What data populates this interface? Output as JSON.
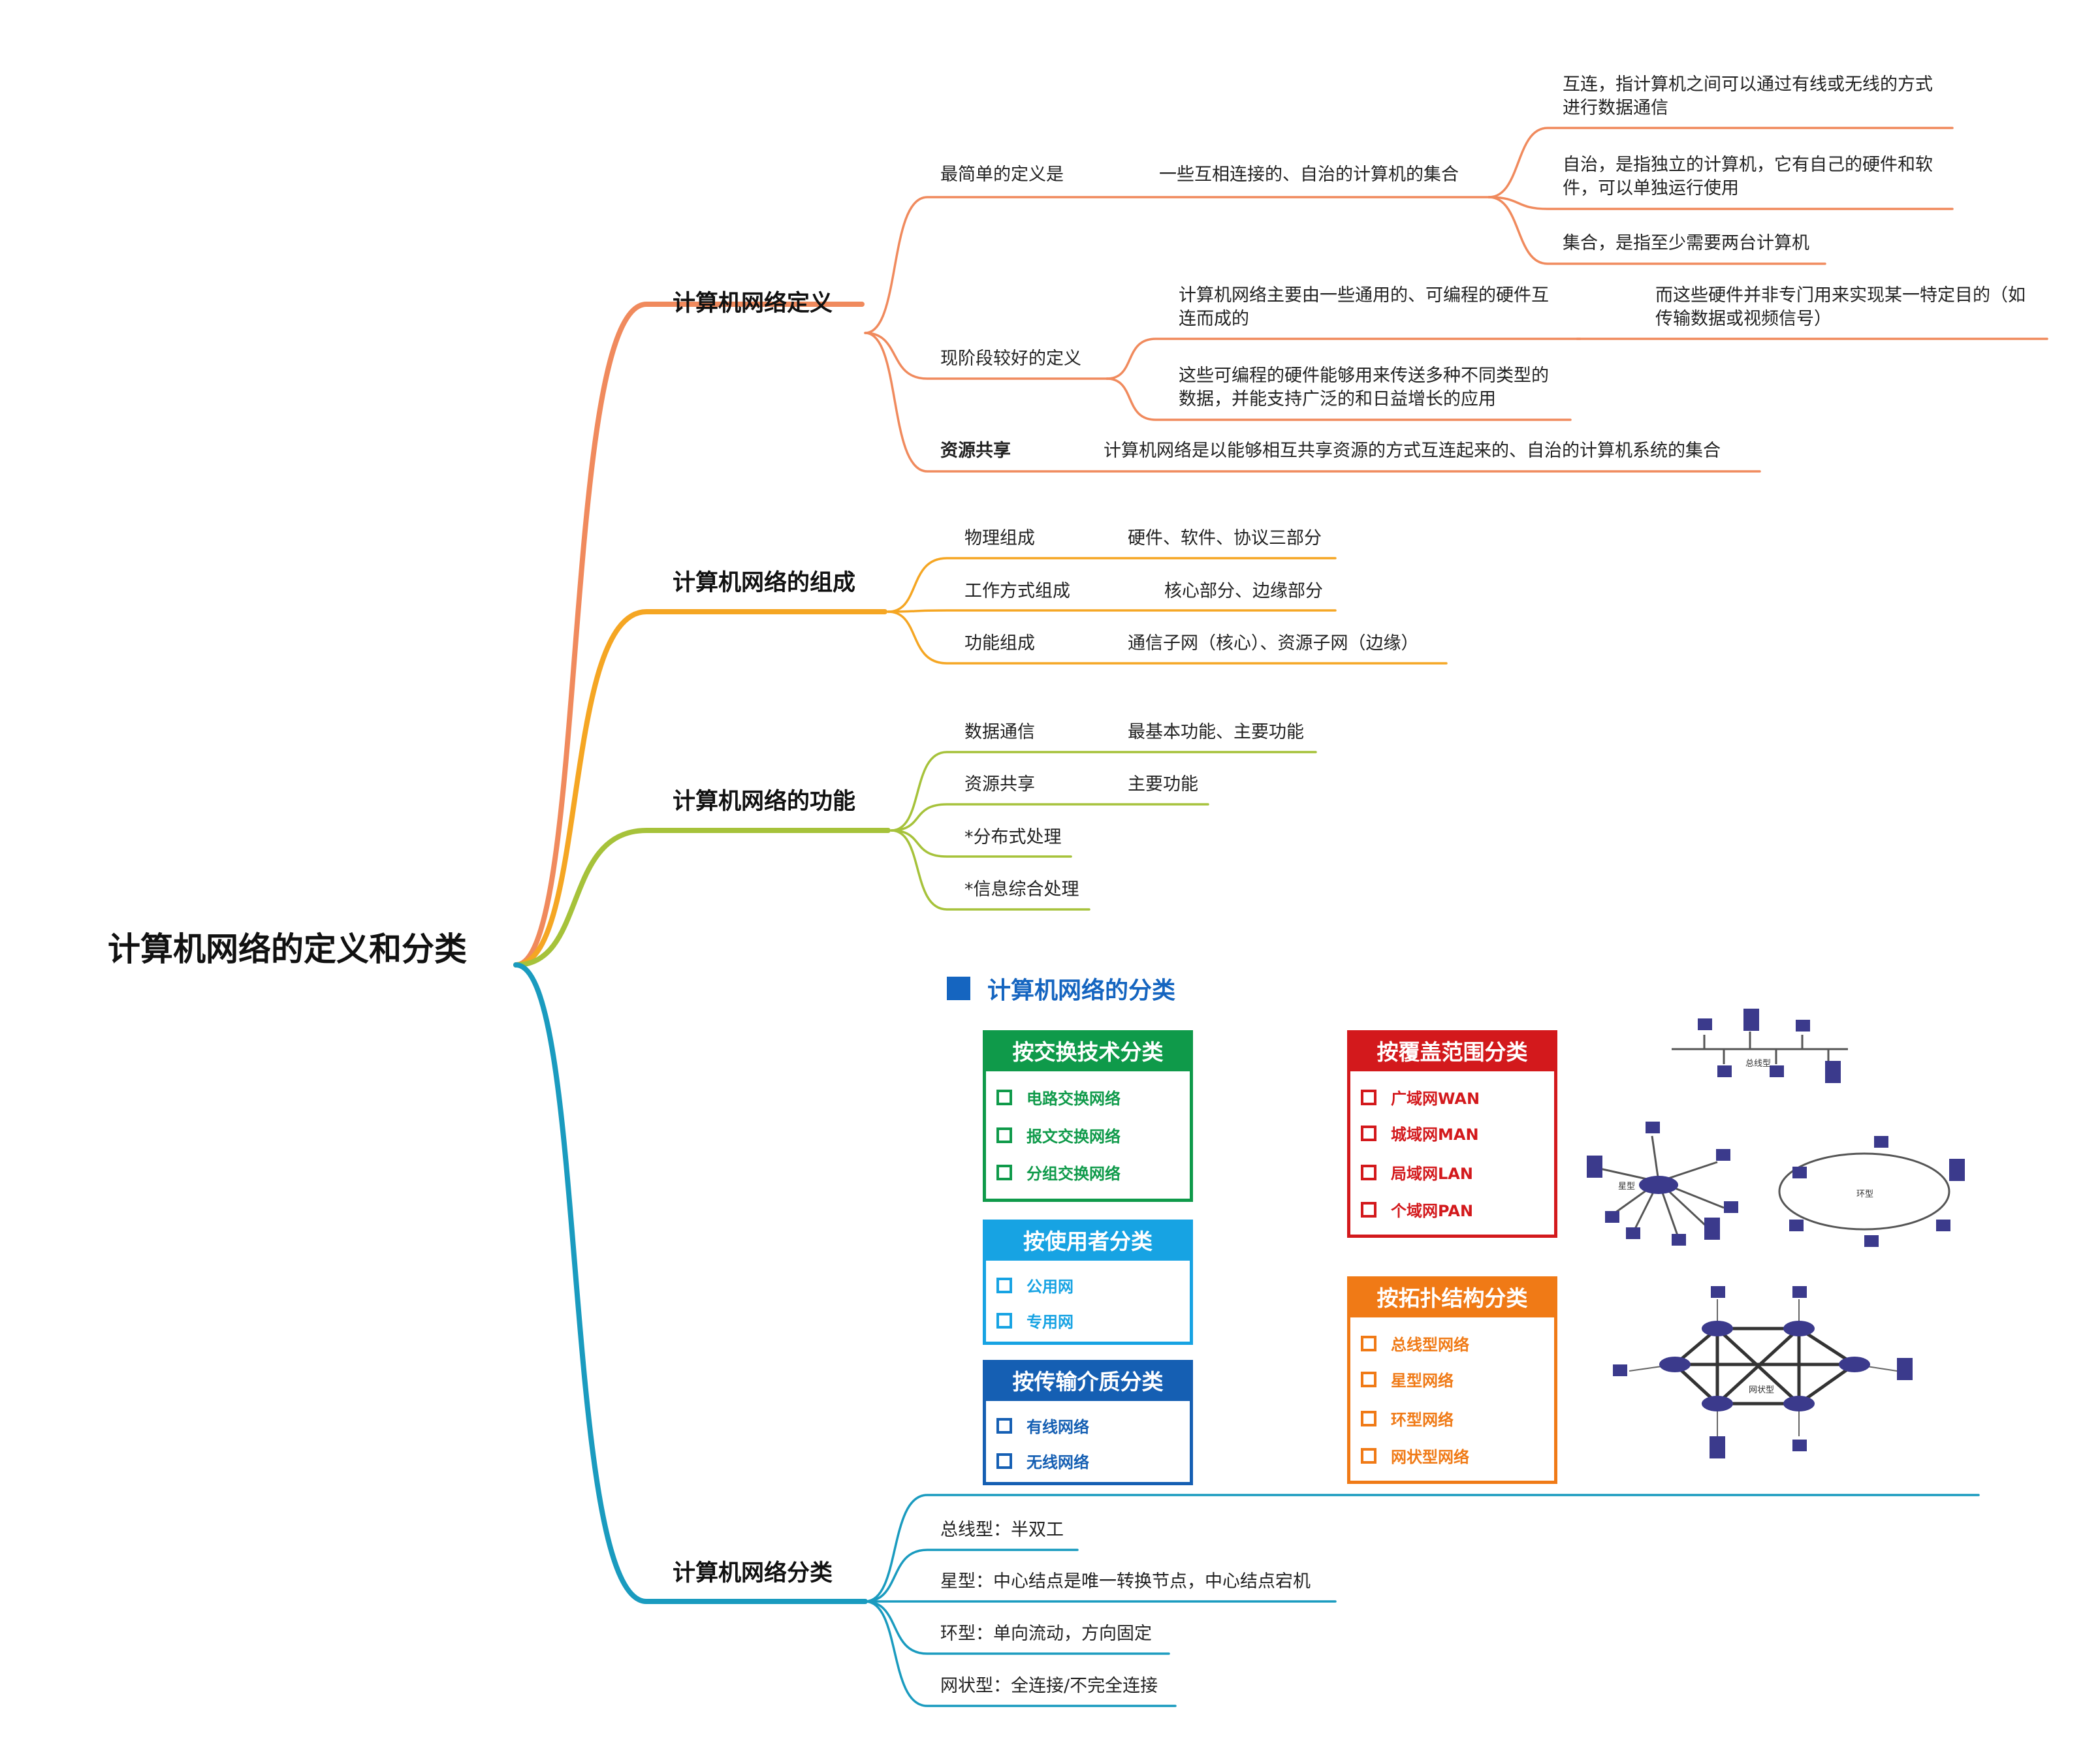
{
  "root": {
    "title": "计算机网络的定义和分类"
  },
  "colors": {
    "definition": "#f08a5d",
    "composition": "#f5a623",
    "function": "#a6c23a",
    "classification": "#1a9bbf",
    "panel_blue": "#1565c0",
    "green": "#0f9a4a",
    "light_blue": "#17a3e3",
    "navy": "#155fb3",
    "red": "#d3191c",
    "orange": "#f07a16",
    "device": "#3b3a8c"
  },
  "definition": {
    "title": "计算机网络定义",
    "simplest": {
      "label": "最简单的定义是",
      "value": "一些互相连接的、自治的计算机的集合",
      "details": [
        "互连，指计算机之间可以通过有线或无线的方式\n进行数据通信",
        "自治，是指独立的计算机，它有自己的硬件和软\n件，可以单独运行使用",
        "集合，是指至少需要两台计算机"
      ]
    },
    "current": {
      "label": "现阶段较好的定义",
      "items": [
        "计算机网络主要由一些通用的、可编程的硬件互\n连而成的",
        "这些可编程的硬件能够用来传送多种不同类型的\n数据，并能支持广泛的和日益增长的应用"
      ],
      "extra": "而这些硬件并非专门用来实现某一特定目的（如\n传输数据或视频信号）"
    },
    "sharing": {
      "label": "资源共享",
      "value": "计算机网络是以能够相互共享资源的方式互连起来的、自治的计算机系统的集合"
    }
  },
  "composition": {
    "title": "计算机网络的组成",
    "items": [
      {
        "label": "物理组成",
        "value": "硬件、软件、协议三部分"
      },
      {
        "label": "工作方式组成",
        "value": "核心部分、边缘部分"
      },
      {
        "label": "功能组成",
        "value": "通信子网（核心）、资源子网（边缘）"
      }
    ]
  },
  "function": {
    "title": "计算机网络的功能",
    "items": [
      {
        "label": "数据通信",
        "value": "最基本功能、主要功能"
      },
      {
        "label": "资源共享",
        "value": "主要功能"
      },
      {
        "label": "*分布式处理",
        "value": ""
      },
      {
        "label": "*信息综合处理",
        "value": ""
      }
    ]
  },
  "classification": {
    "title": "计算机网络分类",
    "panel_title": "计算机网络的分类",
    "boxes": {
      "switching": {
        "title": "按交换技术分类",
        "items": [
          "电路交换网络",
          "报文交换网络",
          "分组交换网络"
        ]
      },
      "users": {
        "title": "按使用者分类",
        "items": [
          "公用网",
          "专用网"
        ]
      },
      "media": {
        "title": "按传输介质分类",
        "items": [
          "有线网络",
          "无线网络"
        ]
      },
      "coverage": {
        "title": "按覆盖范围分类",
        "items": [
          "广域网WAN",
          "城域网MAN",
          "局域网LAN",
          "个域网PAN"
        ]
      },
      "topology": {
        "title": "按拓扑结构分类",
        "items": [
          "总线型网络",
          "星型网络",
          "环型网络",
          "网状型网络"
        ]
      }
    },
    "topology_labels": {
      "bus": "总线型",
      "star": "星型",
      "ring": "环型",
      "mesh": "网状型"
    },
    "items": [
      "总线型：半双工",
      "星型：中心结点是唯一转换节点，中心结点宕机",
      "环型：单向流动，方向固定",
      "网状型：全连接/不完全连接"
    ]
  }
}
